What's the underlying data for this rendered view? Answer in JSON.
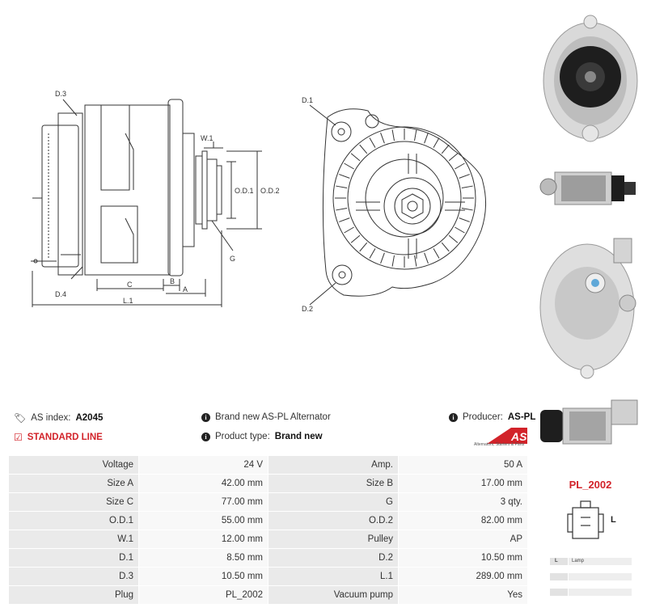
{
  "drawing": {
    "labels": {
      "d3": "D.3",
      "d4": "D.4",
      "w1": "W.1",
      "od1": "O.D.1",
      "od2": "O.D.2",
      "g": "G",
      "c": "C",
      "b": "B",
      "a": "A",
      "l1": "L.1",
      "d1": "D.1",
      "d2": "D.2"
    }
  },
  "info": {
    "as_index_label": "AS index:",
    "as_index_value": "A2045",
    "line": "STANDARD LINE",
    "brand_text": "Brand new AS-PL Alternator",
    "product_type_label": "Product type:",
    "product_type_value": "Brand new",
    "producer_label": "Producer:",
    "producer_value": "AS-PL"
  },
  "logo": {
    "text": "AS",
    "tagline": "Alternators, Starters & Parts"
  },
  "specs": [
    [
      "Voltage",
      "24 V",
      "Amp.",
      "50 A"
    ],
    [
      "Size A",
      "42.00 mm",
      "Size B",
      "17.00 mm"
    ],
    [
      "Size C",
      "77.00 mm",
      "G",
      "3 qty."
    ],
    [
      "O.D.1",
      "55.00 mm",
      "O.D.2",
      "82.00 mm"
    ],
    [
      "W.1",
      "12.00 mm",
      "Pulley",
      "AP"
    ],
    [
      "D.1",
      "8.50 mm",
      "D.2",
      "10.50 mm"
    ],
    [
      "D.3",
      "10.50 mm",
      "L.1",
      "289.00 mm"
    ],
    [
      "Plug",
      "PL_2002",
      "Vacuum pump",
      "Yes"
    ]
  ],
  "plug": {
    "title": "PL_2002",
    "pin_label": "L",
    "legend": [
      {
        "key": "L",
        "value": "Lamp"
      },
      {
        "key": "",
        "value": ""
      },
      {
        "key": "",
        "value": ""
      }
    ]
  },
  "colors": {
    "accent": "#d2232a",
    "label_bg": "#eaeaea",
    "value_bg": "#f8f8f8"
  }
}
